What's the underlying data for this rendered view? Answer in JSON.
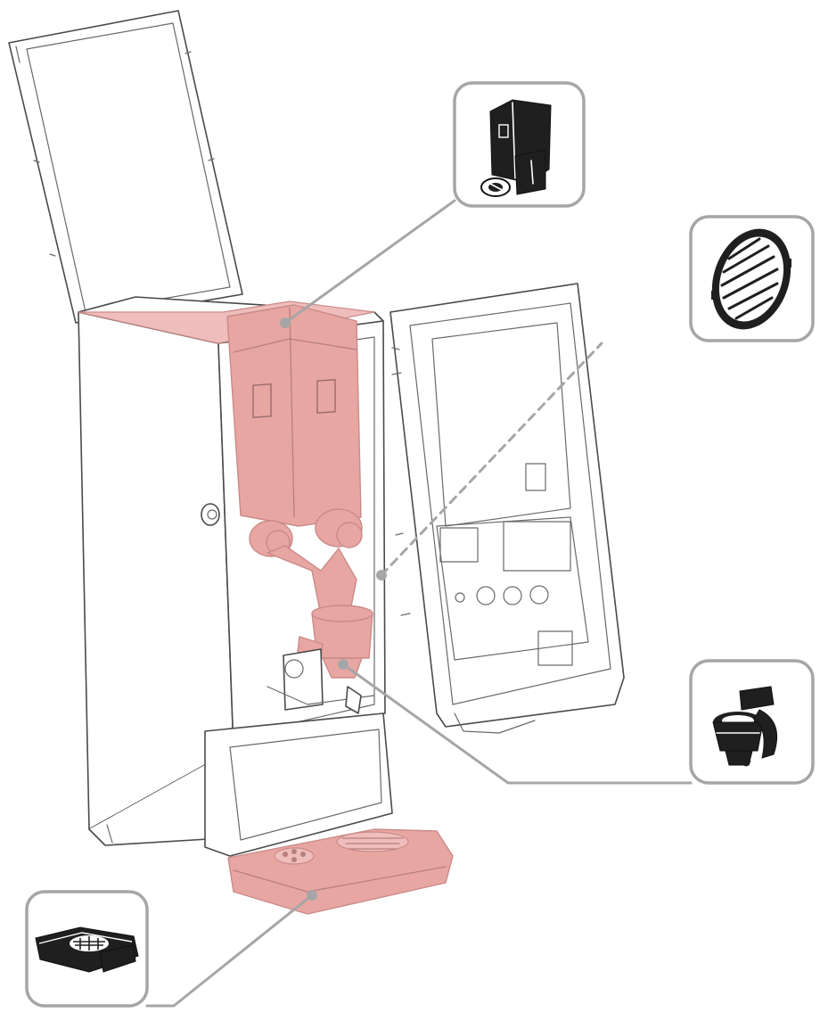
{
  "figure": {
    "subject": "coffee-grinder-exploded-parts-diagram",
    "colors": {
      "highlight": "#e8a6a3",
      "leader_lines": "#a6a6a6",
      "outline": "#4a4a4a",
      "callout_part": "#1f1f1f"
    },
    "callouts": [
      {
        "part": "bean-hopper",
        "icon": "hopper-icon"
      },
      {
        "part": "grind-screen-filter",
        "icon": "filter-screen-icon"
      },
      {
        "part": "dispense-chute",
        "icon": "chute-icon"
      },
      {
        "part": "drip-tray",
        "icon": "drip-tray-icon"
      }
    ]
  }
}
